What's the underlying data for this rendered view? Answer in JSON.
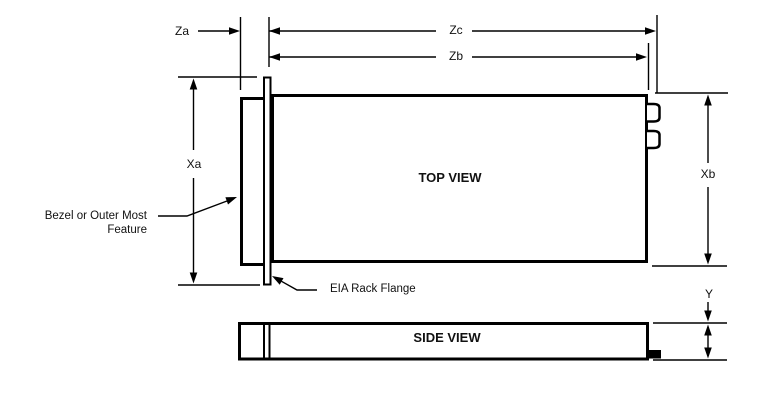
{
  "diagram": {
    "background_color": "#ffffff",
    "line_color": "#000000",
    "views": {
      "top_view": {
        "label": "TOP VIEW"
      },
      "side_view": {
        "label": "SIDE VIEW"
      }
    },
    "dimension_labels": {
      "za": "Za",
      "zb": "Zb",
      "zc": "Zc",
      "xa": "Xa",
      "xb": "Xb",
      "y": "Y"
    },
    "callouts": {
      "bezel_line1": "Bezel or Outer Most",
      "bezel_line2": "Feature",
      "eia_flange": "EIA Rack Flange"
    }
  }
}
